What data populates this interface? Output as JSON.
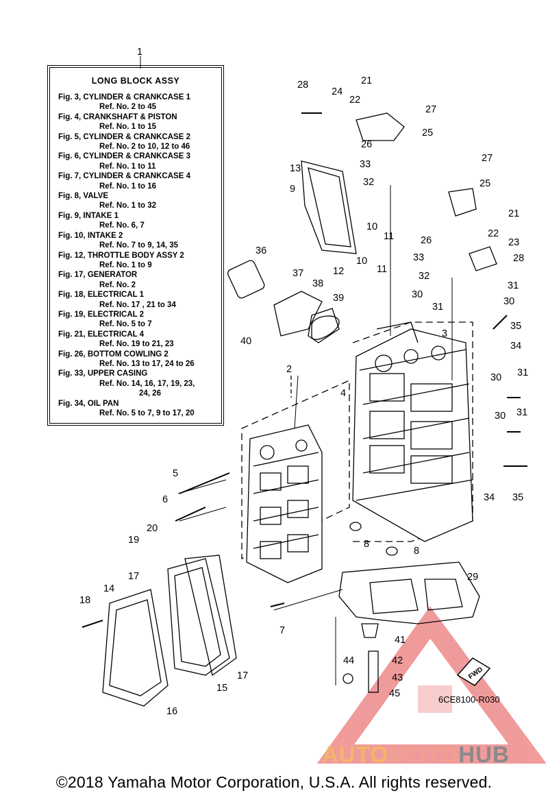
{
  "refbox": {
    "callout": "1",
    "title": "LONG  BLOCK ASSY",
    "entries": [
      {
        "fig": "Fig. 3, CYLINDER & CRANKCASE 1",
        "ref": "Ref. No. 2 to 45"
      },
      {
        "fig": "Fig. 4, CRANKSHAFT & PISTON",
        "ref": "Ref. No. 1 to 15"
      },
      {
        "fig": "Fig. 5, CYLINDER & CRANKCASE 2",
        "ref": "Ref. No. 2 to 10, 12 to 46"
      },
      {
        "fig": "Fig. 6, CYLINDER & CRANKCASE 3",
        "ref": "Ref. No. 1 to 11"
      },
      {
        "fig": "Fig. 7, CYLINDER & CRANKCASE 4",
        "ref": "Ref. No. 1 to 16"
      },
      {
        "fig": "Fig. 8, VALVE",
        "ref": "Ref. No. 1 to 32"
      },
      {
        "fig": "Fig. 9, INTAKE 1",
        "ref": "Ref. No. 6, 7"
      },
      {
        "fig": "Fig. 10, INTAKE 2",
        "ref": "Ref. No. 7 to 9, 14, 35"
      },
      {
        "fig": "Fig. 12, THROTTLE BODY ASSY 2",
        "ref": "Ref. No. 1 to 9"
      },
      {
        "fig": "Fig. 17, GENERATOR",
        "ref": "Ref. No. 2"
      },
      {
        "fig": "Fig. 18, ELECTRICAL 1",
        "ref": "Ref. No. 17 , 21 to 34"
      },
      {
        "fig": "Fig. 19, ELECTRICAL 2",
        "ref": "Ref. No. 5 to 7"
      },
      {
        "fig": "Fig. 21, ELECTRICAL 4",
        "ref": "Ref. No. 19 to 21, 23"
      },
      {
        "fig": "Fig. 26, BOTTOM COWLING 2",
        "ref": "Ref. No. 13 to 17, 24 to 26"
      },
      {
        "fig": "Fig. 33, UPPER CASING",
        "ref": "Ref. No. 14, 16, 17, 19, 23,",
        "ref2": "24, 26"
      },
      {
        "fig": "Fig. 34, OIL PAN",
        "ref": "Ref. No. 5 to 7, 9 to 17, 20"
      }
    ]
  },
  "callouts": [
    "2",
    "3",
    "4",
    "5",
    "6",
    "7",
    "8",
    "8",
    "9",
    "10",
    "10",
    "11",
    "11",
    "12",
    "13",
    "14",
    "15",
    "16",
    "17",
    "17",
    "18",
    "19",
    "20",
    "21",
    "21",
    "22",
    "22",
    "23",
    "24",
    "25",
    "25",
    "26",
    "26",
    "27",
    "27",
    "28",
    "28",
    "29",
    "30",
    "30",
    "30",
    "30",
    "31",
    "31",
    "31",
    "31",
    "32",
    "32",
    "33",
    "33",
    "34",
    "34",
    "35",
    "35",
    "36",
    "37",
    "38",
    "39",
    "40",
    "41",
    "42",
    "43",
    "44",
    "45"
  ],
  "fwd_label": "FWD",
  "diagram_code": "6CE8100-R030",
  "watermark": {
    "part1": "AUTO",
    "part2": "MOTO",
    "part3": "HUB"
  },
  "copyright": "©2018 Yamaha Motor Corporation, U.S.A. All rights reserved."
}
